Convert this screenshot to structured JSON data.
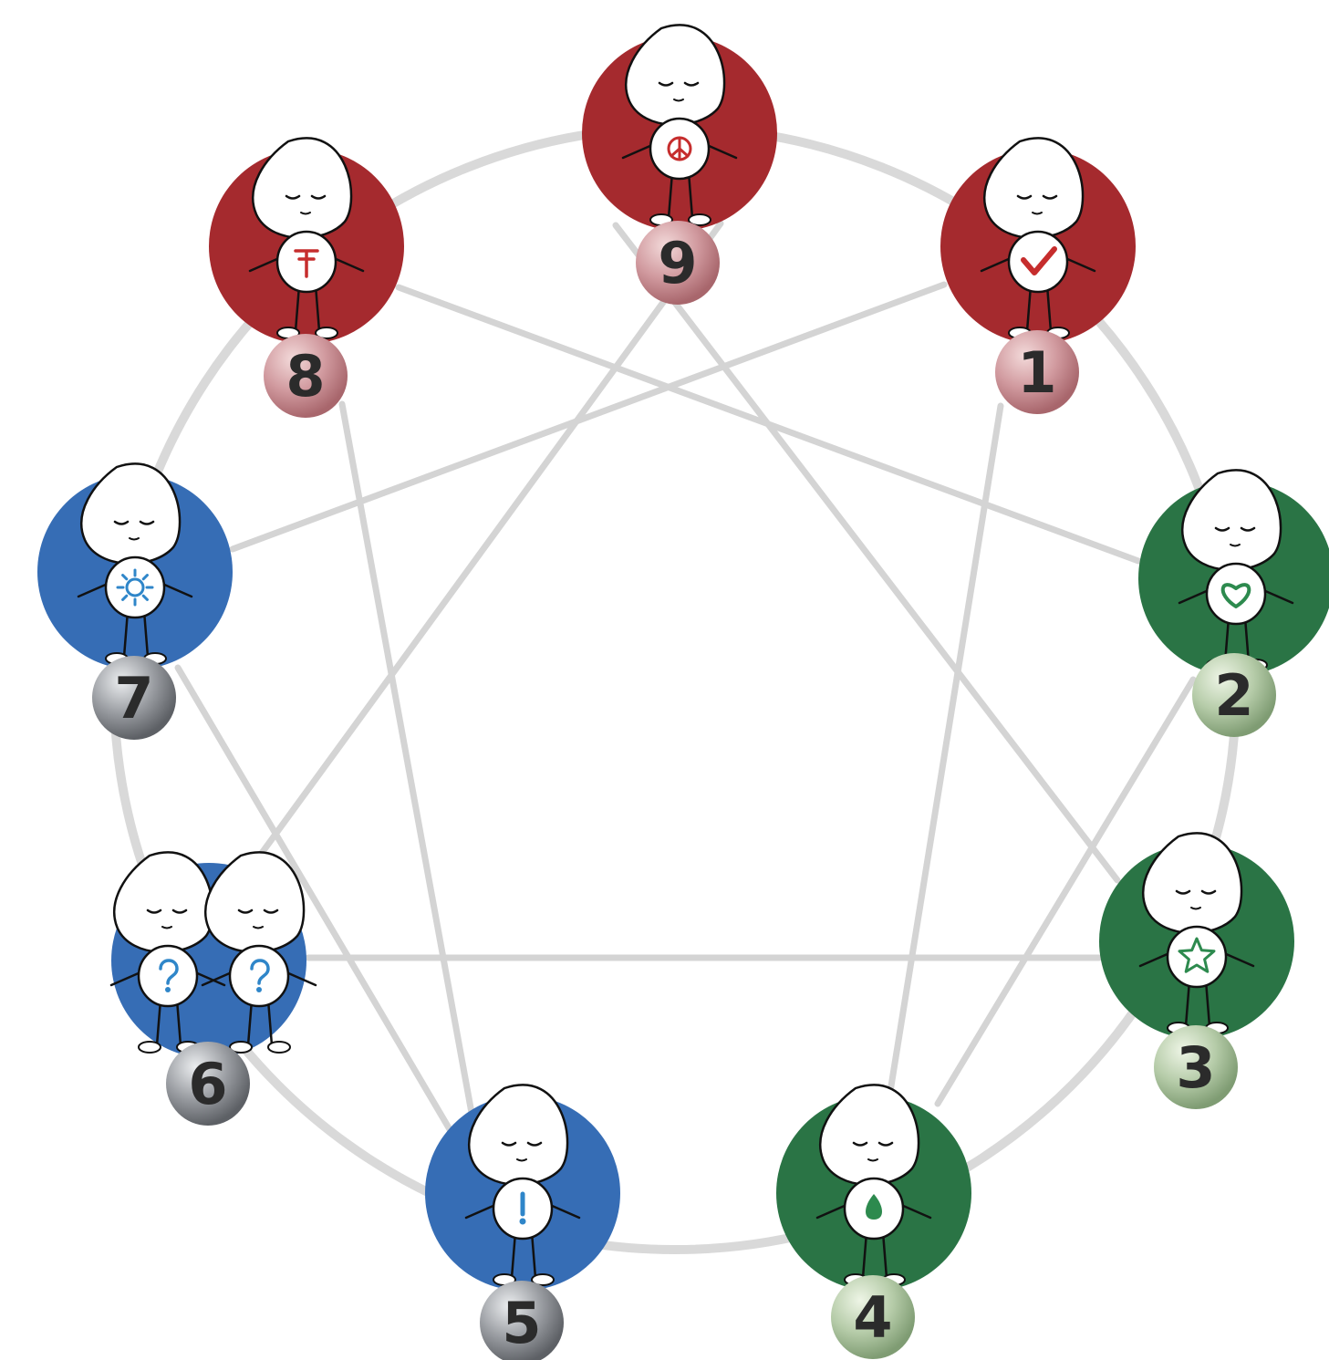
{
  "diagram": {
    "name": "Enneagram",
    "ring_color": "#d9d9d9",
    "line_color": "#d4d4d4",
    "colors": {
      "red": "#a52a2e",
      "green": "#2a7445",
      "blue": "#366db5",
      "red_pearl": "#c98f94",
      "green_pearl": "#a9c39d",
      "gray_pearl": "#8a8d92",
      "belly_red": "#c62d2d",
      "belly_green": "#2d8a4e",
      "belly_blue": "#2f86c9"
    },
    "types": [
      {
        "number": "9",
        "color": "red",
        "belly_icon": "peace-sign-icon"
      },
      {
        "number": "1",
        "color": "red",
        "belly_icon": "checkmark-icon"
      },
      {
        "number": "2",
        "color": "green",
        "belly_icon": "heart-icon"
      },
      {
        "number": "3",
        "color": "green",
        "belly_icon": "star-icon"
      },
      {
        "number": "4",
        "color": "green",
        "belly_icon": "teardrop-icon"
      },
      {
        "number": "5",
        "color": "blue",
        "belly_icon": "exclamation-icon"
      },
      {
        "number": "6",
        "color": "blue",
        "belly_icon": "question-mark-icon"
      },
      {
        "number": "7",
        "color": "blue",
        "belly_icon": "sun-icon"
      },
      {
        "number": "8",
        "color": "red",
        "belly_icon": "hammer-icon"
      }
    ],
    "connections": [
      [
        "9",
        "3"
      ],
      [
        "3",
        "6"
      ],
      [
        "6",
        "9"
      ],
      [
        "1",
        "4"
      ],
      [
        "4",
        "2"
      ],
      [
        "2",
        "8"
      ],
      [
        "8",
        "5"
      ],
      [
        "5",
        "7"
      ],
      [
        "7",
        "1"
      ]
    ]
  }
}
